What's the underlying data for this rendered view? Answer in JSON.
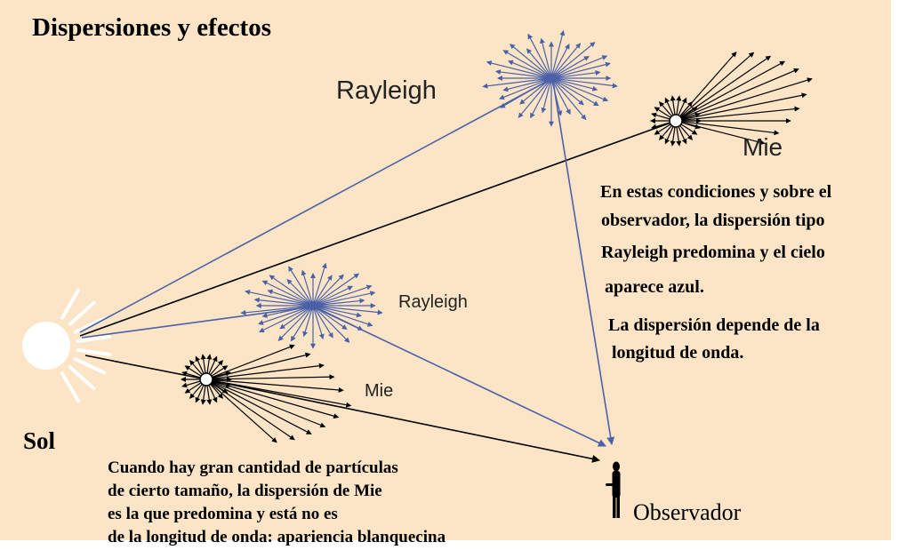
{
  "title": "Dispersiones y efectos",
  "colors": {
    "background": "#fbe5c6",
    "rayleigh": "#4b60a8",
    "mie": "#000000",
    "sun": "#ffffff",
    "observer": "#000000"
  },
  "labels": {
    "rayleigh_top": "Rayleigh",
    "rayleigh_mid": "Rayleigh",
    "mie_top": "Mie",
    "mie_low": "Mie",
    "sun": "Sol",
    "observer": "Observador"
  },
  "notes": {
    "right": [
      "En estas condiciones y sobre el",
      "observador, la dispersión tipo",
      "Rayleigh predomina y el cielo",
      "aparece azul.",
      "La dispersión depende de la",
      "longitud de onda."
    ],
    "bottom": [
      "Cuando hay gran cantidad de partículas",
      "de cierto tamaño, la dispersión de Mie",
      "es la que predomina y está no es",
      "de la longitud de onda: apariencia blanquecina"
    ]
  },
  "icons": {
    "sun": "sun-icon",
    "observer": "person-silhouette-icon",
    "rayleigh": "radial-arrows-icon",
    "mie": "forward-arrows-icon"
  }
}
